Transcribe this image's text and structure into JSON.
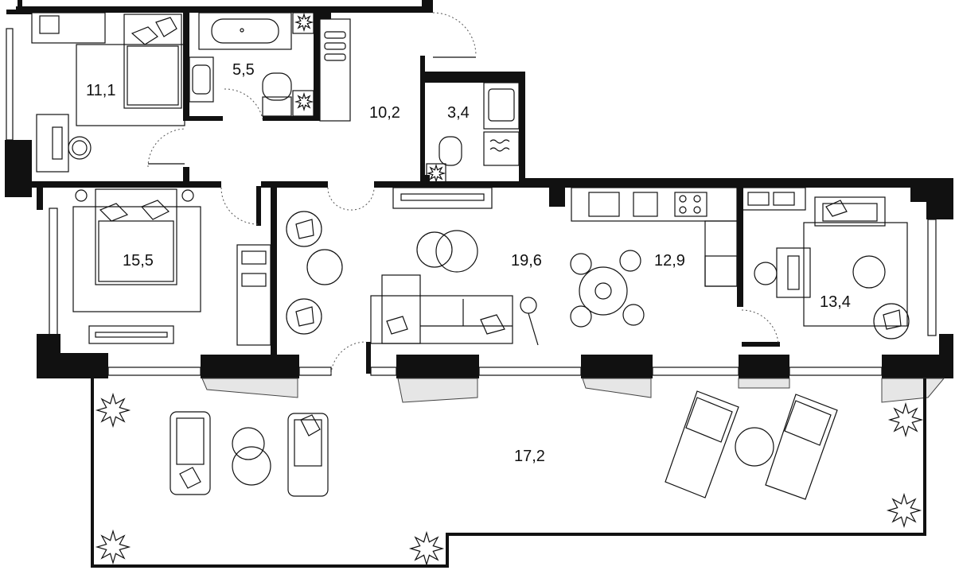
{
  "rooms": [
    {
      "id": "bedroom-1",
      "area": "11,1"
    },
    {
      "id": "bathroom",
      "area": "5,5"
    },
    {
      "id": "hallway",
      "area": "10,2"
    },
    {
      "id": "wc",
      "area": "3,4"
    },
    {
      "id": "bedroom-2",
      "area": "15,5"
    },
    {
      "id": "living-room",
      "area": "19,6"
    },
    {
      "id": "kitchen",
      "area": "12,9"
    },
    {
      "id": "bedroom-3",
      "area": "13,4"
    },
    {
      "id": "terrace",
      "area": "17,2"
    }
  ],
  "colors": {
    "wall": "#111111",
    "background": "#ffffff",
    "furniture_line": "#111111",
    "window_glass": "#e6e6e6"
  },
  "icons": [
    "plant-icon",
    "bed-icon",
    "bathtub-icon",
    "toilet-icon",
    "sink-icon",
    "sofa-icon",
    "armchair-icon",
    "dining-table-icon",
    "stove-icon",
    "desk-icon",
    "sun-lounger-icon",
    "coffee-table-icon",
    "wardrobe-icon"
  ]
}
